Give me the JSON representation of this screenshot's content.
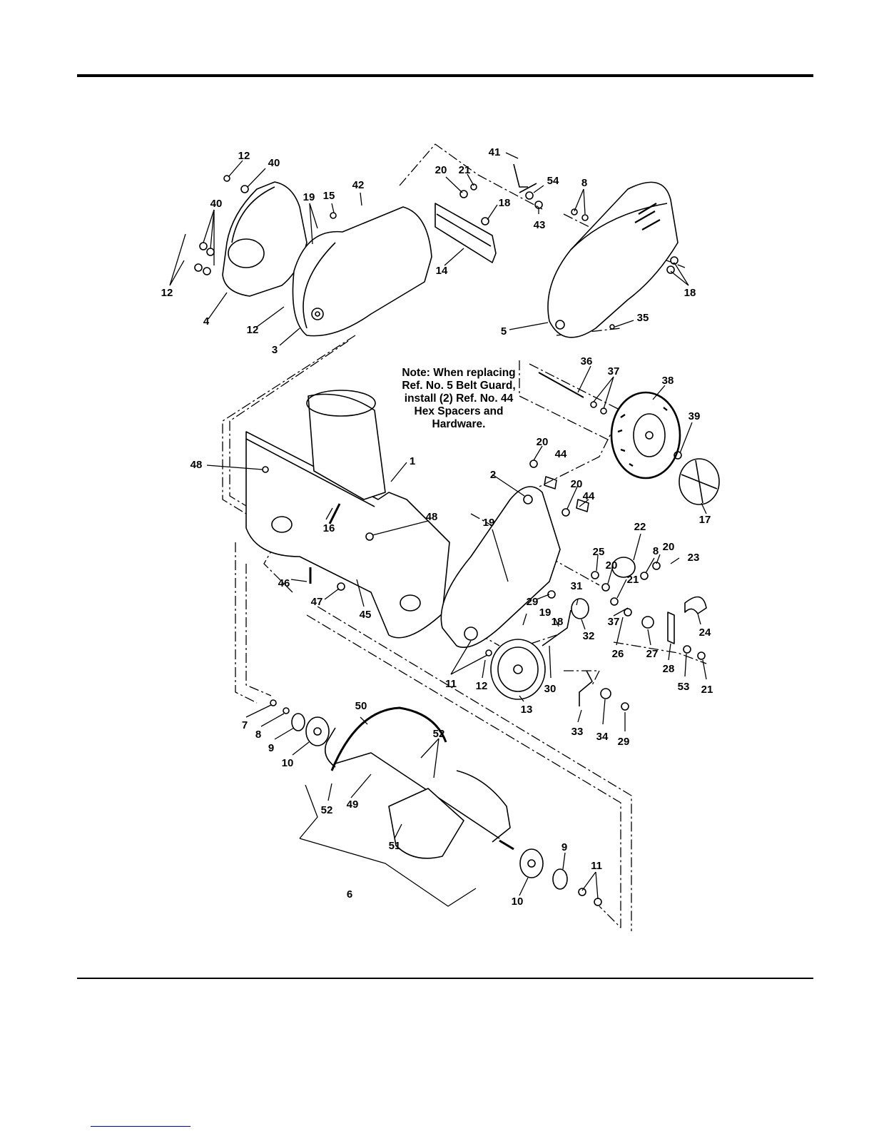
{
  "note": {
    "lines": [
      "Note: When replacing",
      "Ref. No. 5 Belt Guard,",
      "install (2) Ref. No. 44",
      "Hex Spacers and",
      "Hardware."
    ]
  },
  "callouts": [
    {
      "id": "c12a",
      "text": "12"
    },
    {
      "id": "c40a",
      "text": "40"
    },
    {
      "id": "c40b",
      "text": "40"
    },
    {
      "id": "c12b",
      "text": "12"
    },
    {
      "id": "c4",
      "text": "4"
    },
    {
      "id": "c19a",
      "text": "19"
    },
    {
      "id": "c15",
      "text": "15"
    },
    {
      "id": "c42",
      "text": "42"
    },
    {
      "id": "c12c",
      "text": "12"
    },
    {
      "id": "c3",
      "text": "3"
    },
    {
      "id": "c20a",
      "text": "20"
    },
    {
      "id": "c21a",
      "text": "21"
    },
    {
      "id": "c41",
      "text": "41"
    },
    {
      "id": "c54",
      "text": "54"
    },
    {
      "id": "c18a",
      "text": "18"
    },
    {
      "id": "c43",
      "text": "43"
    },
    {
      "id": "c14",
      "text": "14"
    },
    {
      "id": "c8a",
      "text": "8"
    },
    {
      "id": "c18b",
      "text": "18"
    },
    {
      "id": "c5",
      "text": "5"
    },
    {
      "id": "c35",
      "text": "35"
    },
    {
      "id": "c36",
      "text": "36"
    },
    {
      "id": "c37a",
      "text": "37"
    },
    {
      "id": "c38",
      "text": "38"
    },
    {
      "id": "c39",
      "text": "39"
    },
    {
      "id": "c17",
      "text": "17"
    },
    {
      "id": "c48a",
      "text": "48"
    },
    {
      "id": "c1",
      "text": "1"
    },
    {
      "id": "c20b",
      "text": "20"
    },
    {
      "id": "c44a",
      "text": "44"
    },
    {
      "id": "c2",
      "text": "2"
    },
    {
      "id": "c20c",
      "text": "20"
    },
    {
      "id": "c44b",
      "text": "44"
    },
    {
      "id": "c48b",
      "text": "48"
    },
    {
      "id": "c16",
      "text": "16"
    },
    {
      "id": "c19b",
      "text": "19"
    },
    {
      "id": "c22",
      "text": "22"
    },
    {
      "id": "c8b",
      "text": "8"
    },
    {
      "id": "c20d",
      "text": "20"
    },
    {
      "id": "c23",
      "text": "23"
    },
    {
      "id": "c25",
      "text": "25"
    },
    {
      "id": "c20e",
      "text": "20"
    },
    {
      "id": "c21b",
      "text": "21"
    },
    {
      "id": "c46",
      "text": "46"
    },
    {
      "id": "c47",
      "text": "47"
    },
    {
      "id": "c45",
      "text": "45"
    },
    {
      "id": "c29a",
      "text": "29"
    },
    {
      "id": "c31",
      "text": "31"
    },
    {
      "id": "c18c",
      "text": "18"
    },
    {
      "id": "c19c",
      "text": "19"
    },
    {
      "id": "c32",
      "text": "32"
    },
    {
      "id": "c37b",
      "text": "37"
    },
    {
      "id": "c24",
      "text": "24"
    },
    {
      "id": "c26",
      "text": "26"
    },
    {
      "id": "c27",
      "text": "27"
    },
    {
      "id": "c28",
      "text": "28"
    },
    {
      "id": "c53",
      "text": "53"
    },
    {
      "id": "c21c",
      "text": "21"
    },
    {
      "id": "c11a",
      "text": "11"
    },
    {
      "id": "c12d",
      "text": "12"
    },
    {
      "id": "c13",
      "text": "13"
    },
    {
      "id": "c30",
      "text": "30"
    },
    {
      "id": "c33",
      "text": "33"
    },
    {
      "id": "c34",
      "text": "34"
    },
    {
      "id": "c29b",
      "text": "29"
    },
    {
      "id": "c7",
      "text": "7"
    },
    {
      "id": "c8c",
      "text": "8"
    },
    {
      "id": "c9a",
      "text": "9"
    },
    {
      "id": "c10a",
      "text": "10"
    },
    {
      "id": "c50",
      "text": "50"
    },
    {
      "id": "c52a",
      "text": "52"
    },
    {
      "id": "c52b",
      "text": "52"
    },
    {
      "id": "c49",
      "text": "49"
    },
    {
      "id": "c51",
      "text": "51"
    },
    {
      "id": "c6",
      "text": "6"
    },
    {
      "id": "c9b",
      "text": "9"
    },
    {
      "id": "c11b",
      "text": "11"
    },
    {
      "id": "c10b",
      "text": "10"
    }
  ]
}
